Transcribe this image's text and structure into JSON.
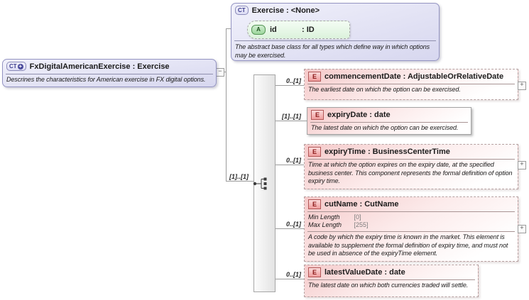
{
  "main_type": {
    "badge": "CT",
    "title": "FxDigitalAmericanExercise : Exercise",
    "description": "Descrines the characteristics for American exercise in FX digital options."
  },
  "base_type": {
    "badge": "CT",
    "title": "Exercise : <None>",
    "attribute": {
      "badge": "A",
      "name": "id",
      "type": ": ID"
    },
    "description": "The abstract base class for all types which define way in which options may be exercised."
  },
  "compositor": {
    "cardinality": "[1]..[1]"
  },
  "symbols": {
    "collapse": "−",
    "expand": "+"
  },
  "elements": [
    {
      "badge": "E",
      "title": "commencementDate : AdjustableOrRelativeDate",
      "cardinality": "0..[1]",
      "description": "The earliest date on which the option can be exercised."
    },
    {
      "badge": "E",
      "title": "expiryDate : date",
      "cardinality": "[1]..[1]",
      "description": "The latest date on which the option can be exercised."
    },
    {
      "badge": "E",
      "title": "expiryTime : BusinessCenterTime",
      "cardinality": "0..[1]",
      "description": "Time at which the option expires on the expiry date, at the specified business center. This component represents the formal definition of option expiry time."
    },
    {
      "badge": "E",
      "title": "cutName : CutName",
      "cardinality": "0..[1]",
      "facets": [
        {
          "label": "Min Length",
          "value": "[0]"
        },
        {
          "label": "Max Length",
          "value": "[255]"
        }
      ],
      "description": "A code by which the expiry time is known in the market. This element is available to supplement the formal definition of expiry time, and must not be used in absence of the expiryTime element."
    },
    {
      "badge": "E",
      "title": "latestValueDate : date",
      "cardinality": "0..[1]",
      "description": "The latest date on which both currencies traded will settle."
    }
  ]
}
